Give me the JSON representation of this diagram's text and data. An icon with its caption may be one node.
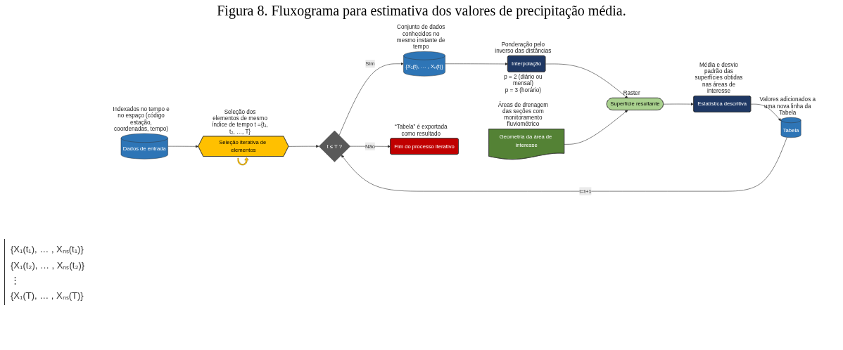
{
  "diagram": {
    "title": "Figura 8. Fluxograma para estimativa dos valores de precipitação média.",
    "nodes": [
      {
        "text": [
          "Dados de entrada"
        ],
        "beside": [
          "Indexados no tempo e no espaço (código estação, coordenadas, tempo)"
        ]
      },
      {
        "text": [
          "Seleção iterativa de elementos"
        ],
        "beside": [
          "Seleção dos elementos de mesmo índice de tempo t ={t₁, t₂, …, T}"
        ]
      },
      {
        "text": [
          "t ≤ T ?"
        ]
      },
      {
        "text": [
          "{X₁(t), … , Xₙ(t)}"
        ],
        "beside": [
          "Conjunto de dados conhecidos no mesmo instante de tempo"
        ]
      },
      {
        "text": [
          "Interpolação"
        ],
        "beside": [
          "Ponderação pelo inverso das distâncias",
          "p = 2 (diário ou mensal)",
          "p = 3 (horário)"
        ]
      },
      {
        "text": [
          "Geometria da área de interesse"
        ],
        "beside": [
          "Áreas de drenagem das seções com monitoramento fluviométrico"
        ]
      },
      {
        "text": [
          "Superfície resultante"
        ],
        "beside": [
          "Raster"
        ]
      },
      {
        "text": [
          "Estatística descritiva"
        ],
        "beside": [
          "Média e desvio padrão das superfícies obtidas nas áreas de interesse"
        ]
      },
      {
        "text": [
          "Tabela"
        ],
        "beside": [
          "Valores adicionados a uma nova linha da Tabela"
        ]
      },
      {
        "text": [
          "Fim do processo iterativo"
        ],
        "beside": [
          "“Tabela” é exportada como resultado"
        ]
      }
    ],
    "edges": [
      {
        "from": 0,
        "to": 1,
        "arrow": "to"
      },
      {
        "from": 1,
        "to": 2,
        "arrow": "to"
      },
      {
        "from": 2,
        "to": 3,
        "arrow": "to",
        "label": "Sim"
      },
      {
        "from": 2,
        "to": 9,
        "arrow": "to",
        "label": "Não"
      },
      {
        "from": 3,
        "to": 4,
        "arrow": "to"
      },
      {
        "from": 4,
        "to": 6,
        "arrow": "to"
      },
      {
        "from": 5,
        "to": 6,
        "arrow": "to"
      },
      {
        "from": 6,
        "to": 7,
        "arrow": "to"
      },
      {
        "from": 7,
        "to": 8,
        "arrow": "to"
      },
      {
        "from": 8,
        "to": 2,
        "arrow": "to",
        "label": "t=t+1"
      }
    ],
    "labels": [
      "{X₁(t₁), … , Xₙₛ(t₁)}",
      "{X₁(t₂), … , Xₙₛ(t₂)}",
      "⋮",
      "{X₁(T), … , Xₙₛ(T)}"
    ]
  }
}
